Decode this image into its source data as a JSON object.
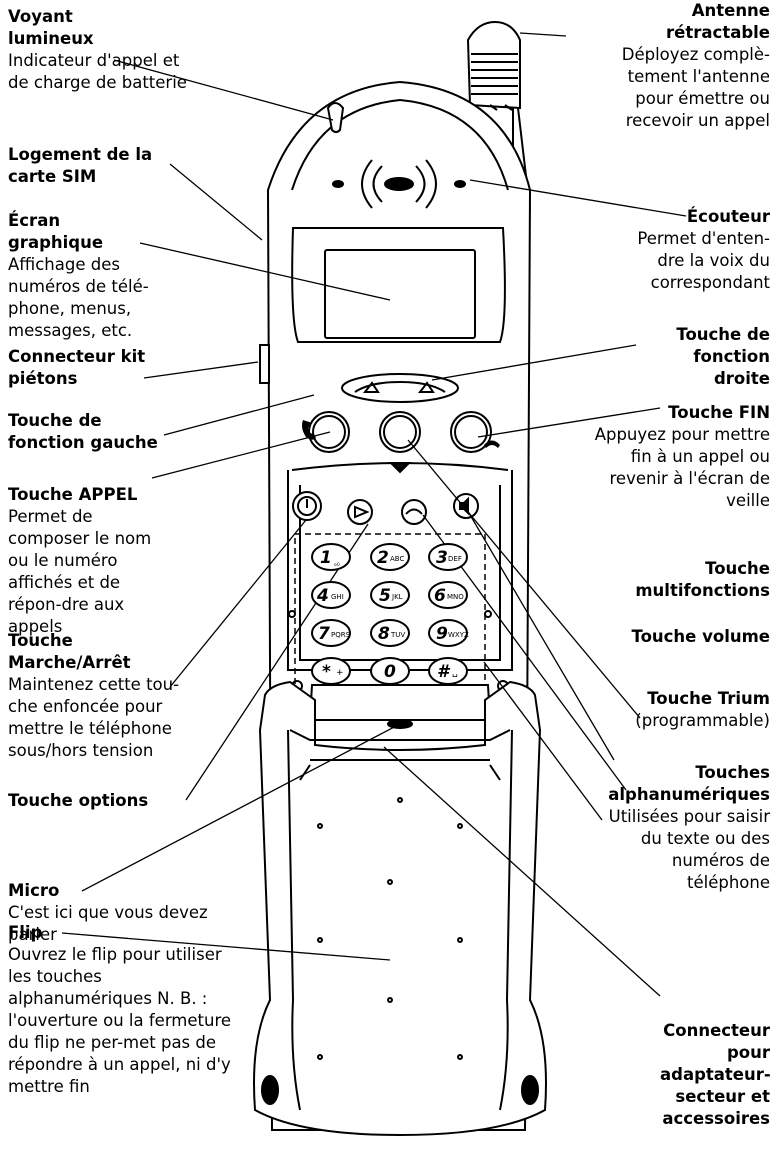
{
  "labels": {
    "voyant": {
      "title": "Voyant lumineux",
      "desc": "Indicateur d'appel et de charge de batterie"
    },
    "logement_sim": {
      "title": "Logement de la carte SIM",
      "desc": ""
    },
    "ecran": {
      "title": "Écran graphique",
      "desc": "Affichage des numéros de télé-phone, menus, messages, etc."
    },
    "connecteur_kit": {
      "title": "Connecteur kit piétons",
      "desc": ""
    },
    "fonction_gauche": {
      "title": "Touche de fonction gauche",
      "desc": ""
    },
    "appel": {
      "title": "Touche APPEL",
      "desc": "Permet de composer le nom ou le numéro affichés et de répon-dre aux appels"
    },
    "marche_arret": {
      "title": "Touche Marche/Arrêt",
      "desc": "Maintenez cette tou-che enfoncée pour mettre le téléphone sous/hors tension"
    },
    "options": {
      "title": "Touche options",
      "desc": ""
    },
    "micro": {
      "title": "Micro",
      "desc": "C'est ici que vous devez parler"
    },
    "flip": {
      "title": "Flip",
      "desc": "Ouvrez le flip pour utiliser les touches alphanumériques N. B. : l'ouverture ou la fermeture du flip ne per-met pas de répondre à un appel, ni d'y mettre fin"
    },
    "antenne": {
      "title": "Antenne rétractable",
      "desc": "Déployez complè-tement l'antenne pour émettre ou recevoir un appel"
    },
    "ecouteur": {
      "title": "Écouteur",
      "desc": "Permet d'enten-dre la voix du correspondant"
    },
    "fonction_droite": {
      "title": "Touche de fonction droite",
      "desc": ""
    },
    "fin": {
      "title": "Touche FIN",
      "desc": "Appuyez pour mettre fin à un appel ou revenir à l'écran de veille"
    },
    "multifonctions": {
      "title": "Touche multifonctions",
      "desc": ""
    },
    "volume": {
      "title": "Touche volume",
      "desc": ""
    },
    "trium": {
      "title": "Touche Trium",
      "desc": "(programmable)"
    },
    "alphanum": {
      "title": "Touches alphanumériques",
      "desc": "Utilisées pour saisir du texte ou des numéros de téléphone"
    },
    "connecteur_secteur": {
      "title": "Connecteur pour adaptateur-secteur et accessoires",
      "desc": ""
    }
  },
  "keys": [
    {
      "main": "1",
      "sub": "ₒ₀"
    },
    {
      "main": "2",
      "sub": "ABC"
    },
    {
      "main": "3",
      "sub": "DEF"
    },
    {
      "main": "4",
      "sub": "GHI"
    },
    {
      "main": "5",
      "sub": "JKL"
    },
    {
      "main": "6",
      "sub": "MNO"
    },
    {
      "main": "7",
      "sub": "PQRS"
    },
    {
      "main": "8",
      "sub": "TUV"
    },
    {
      "main": "9",
      "sub": "WXYZ"
    },
    {
      "main": "*",
      "sub": "+"
    },
    {
      "main": "0",
      "sub": ""
    },
    {
      "main": "#",
      "sub": "␣"
    }
  ]
}
